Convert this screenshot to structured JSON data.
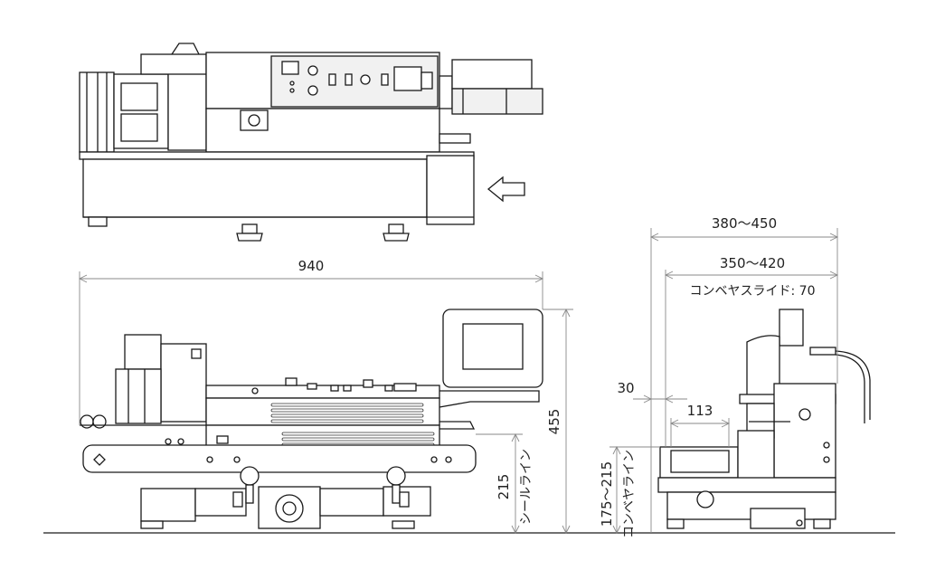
{
  "dimensions": {
    "length": "940",
    "height": "455",
    "seal_line": "215",
    "seal_line_label": "シールライン",
    "depth_outer": "380〜450",
    "depth_inner": "350〜420",
    "conveyor_slide": "コンベヤスライド: 70",
    "offset": "30",
    "conveyor_width": "113",
    "conveyor_height": "175〜215",
    "conveyor_line_label": "コンベヤライン"
  },
  "icons": {
    "direction_arrow": "left-arrow-icon"
  }
}
